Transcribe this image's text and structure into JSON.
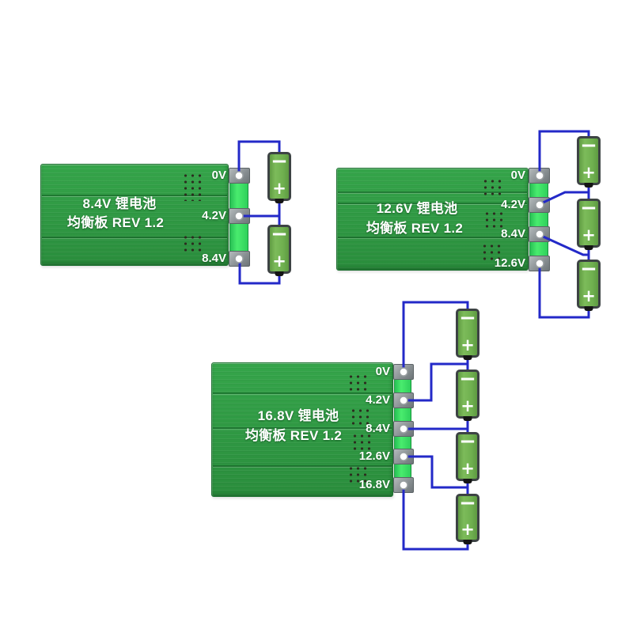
{
  "canvas": {
    "background": "#ffffff"
  },
  "colors": {
    "pcb_green": "#2f9843",
    "solder_strip_green": "#3ce262",
    "wire_blue": "#2329c8",
    "battery_green": "#6fb04f",
    "battery_border": "#3d4344",
    "pad_gray": "#8b9194",
    "label_text": "#ffffff"
  },
  "battery": {
    "minus": "−",
    "plus": "+"
  },
  "boards": [
    {
      "title_line1": "8.4V 锂电池",
      "title_line2": "均衡板 REV 1.2",
      "terminals": [
        "0V",
        "4.2V",
        "8.4V"
      ],
      "battery_count": 2
    },
    {
      "title_line1": "12.6V 锂电池",
      "title_line2": "均衡板 REV 1.2",
      "terminals": [
        "0V",
        "4.2V",
        "8.4V",
        "12.6V"
      ],
      "battery_count": 3
    },
    {
      "title_line1": "16.8V 锂电池",
      "title_line2": "均衡板 REV 1.2",
      "terminals": [
        "0V",
        "4.2V",
        "8.4V",
        "12.6V",
        "16.8V"
      ],
      "battery_count": 4
    }
  ]
}
